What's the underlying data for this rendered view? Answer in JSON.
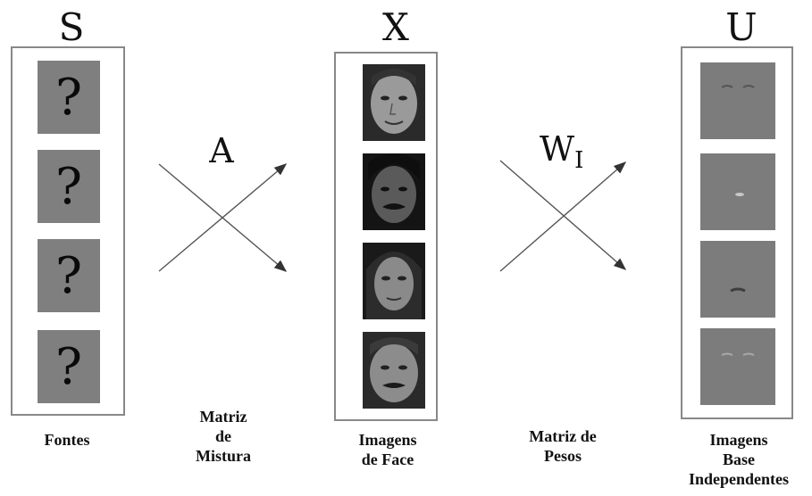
{
  "columns": {
    "s": {
      "letter": "S",
      "caption": [
        "Fontes"
      ],
      "tile_symbol": "?"
    },
    "x": {
      "letter": "X",
      "caption": [
        "Imagens",
        "de Face"
      ]
    },
    "u": {
      "letter": "U",
      "caption": [
        "Imagens",
        "Base",
        "Independentes"
      ]
    }
  },
  "matrices": {
    "a": {
      "label": "A",
      "caption": [
        "Matriz",
        "de",
        "Mistura"
      ]
    },
    "w": {
      "label": "W",
      "subscript": "I",
      "caption": [
        "Matriz de",
        "Pesos"
      ]
    }
  },
  "colors": {
    "box_border": "#888888",
    "unknown_tile": "#7f7f7f",
    "base_tile": "#7c7c7c",
    "arrow": "#333333"
  }
}
